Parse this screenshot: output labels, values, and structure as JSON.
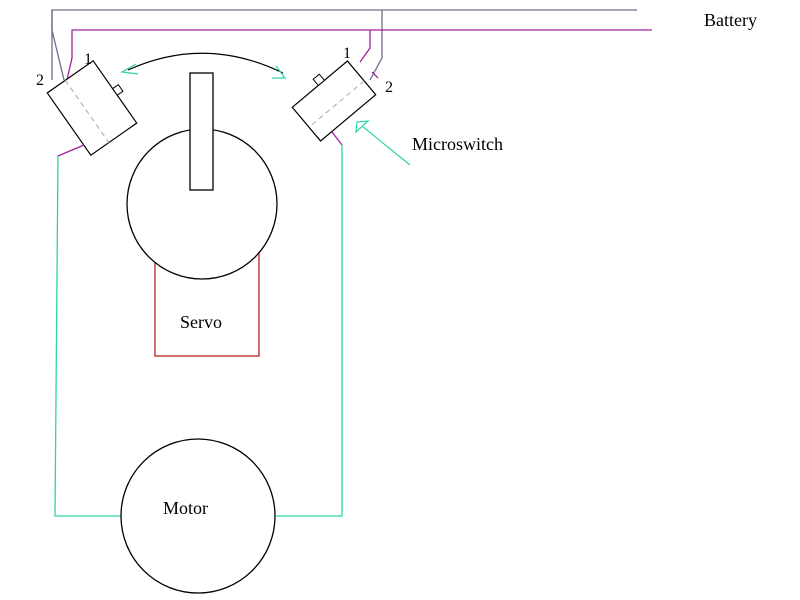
{
  "labels": {
    "battery": "Battery",
    "microswitch": "Microswitch",
    "servo": "Servo",
    "motor": "Motor",
    "left_pin_1": "1",
    "left_pin_2": "2",
    "right_pin_1": "1",
    "right_pin_2": "2"
  },
  "colors": {
    "wire_gray": "#6e6e8a",
    "wire_magenta": "#a020a0",
    "wire_green": "#2dd4a8",
    "servo_body": "#c02020",
    "outline": "#000000",
    "pointer_arrow": "#2dd4a8",
    "swing_arrow": "#000000"
  }
}
